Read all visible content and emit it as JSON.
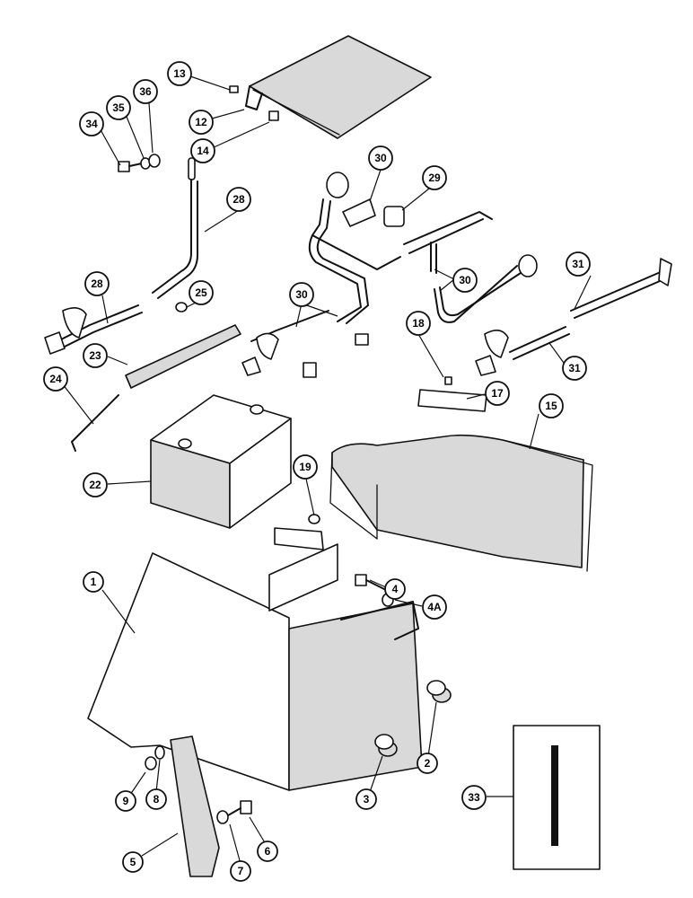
{
  "callouts": [
    {
      "id": "c1",
      "label": "1"
    },
    {
      "id": "c2",
      "label": "2"
    },
    {
      "id": "c3",
      "label": "3"
    },
    {
      "id": "c4",
      "label": "4"
    },
    {
      "id": "c4a",
      "label": "4A"
    },
    {
      "id": "c5",
      "label": "5"
    },
    {
      "id": "c6",
      "label": "6"
    },
    {
      "id": "c7",
      "label": "7"
    },
    {
      "id": "c8",
      "label": "8"
    },
    {
      "id": "c9",
      "label": "9"
    },
    {
      "id": "c12",
      "label": "12"
    },
    {
      "id": "c13",
      "label": "13"
    },
    {
      "id": "c14",
      "label": "14"
    },
    {
      "id": "c15",
      "label": "15"
    },
    {
      "id": "c17",
      "label": "17"
    },
    {
      "id": "c18",
      "label": "18"
    },
    {
      "id": "c19",
      "label": "19"
    },
    {
      "id": "c22",
      "label": "22"
    },
    {
      "id": "c23",
      "label": "23"
    },
    {
      "id": "c24",
      "label": "24"
    },
    {
      "id": "c25",
      "label": "25"
    },
    {
      "id": "c28a",
      "label": "28"
    },
    {
      "id": "c28b",
      "label": "28"
    },
    {
      "id": "c29",
      "label": "29"
    },
    {
      "id": "c30a",
      "label": "30"
    },
    {
      "id": "c30b",
      "label": "30"
    },
    {
      "id": "c30c",
      "label": "30"
    },
    {
      "id": "c31a",
      "label": "31"
    },
    {
      "id": "c31b",
      "label": "31"
    },
    {
      "id": "c33",
      "label": "33"
    },
    {
      "id": "c34",
      "label": "34"
    },
    {
      "id": "c35",
      "label": "35"
    },
    {
      "id": "c36",
      "label": "36"
    }
  ]
}
